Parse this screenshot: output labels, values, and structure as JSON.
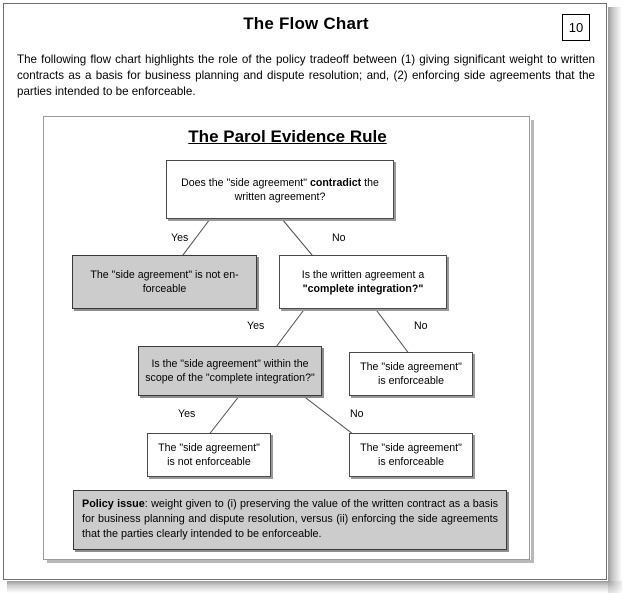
{
  "header": {
    "title": "The Flow Chart",
    "page_number": "10",
    "intro": "The following flow chart highlights the role of the policy tradeoff between (1) giving significant weight to written contracts as a basis for business planning and dispute resolution; and, (2) enforcing side agreements that the parties intended to be enforceable."
  },
  "chart": {
    "title": "The Parol Evidence Rule",
    "nodes": [
      {
        "id": "q1",
        "text_before": "Does the \"side agreement\" ",
        "text_bold": "contradict",
        "text_after": " the written agreement?",
        "shaded": false
      },
      {
        "id": "r1",
        "text_before": "The \"side agreement\" is not en-forceable",
        "text_bold": "",
        "text_after": "",
        "shaded": true
      },
      {
        "id": "q2",
        "text_before": "Is the written agreement a ",
        "text_bold": "\"complete integration?\"",
        "text_after": "",
        "shaded": false
      },
      {
        "id": "q3",
        "text_before": "Is the \"side agreement\" within the scope of the \"complete integration?\"",
        "text_bold": "",
        "text_after": "",
        "shaded": true
      },
      {
        "id": "r2",
        "text_before": "The \"side agreement\" is enforceable",
        "text_bold": "",
        "text_after": "",
        "shaded": false
      },
      {
        "id": "r3",
        "text_before": "The \"side agreement\" is not enforceable",
        "text_bold": "",
        "text_after": "",
        "shaded": false
      },
      {
        "id": "r4",
        "text_before": "The \"side agreement\" is enforceable",
        "text_bold": "",
        "text_after": "",
        "shaded": false
      }
    ],
    "edge_labels": {
      "q1_yes": "Yes",
      "q1_no": "No",
      "q2_yes": "Yes",
      "q2_no": "No",
      "q3_yes": "Yes",
      "q3_no": "No"
    },
    "policy": {
      "label": "Policy issue",
      "text": ": weight given to (i) preserving the value of the written contract as a basis for business planning and dispute resolution, versus (ii) enforcing the side agreements that the parties clearly intended to be enforceable."
    }
  },
  "colors": {
    "shaded_fill": "#cccccc",
    "node_border": "#4a4a4a",
    "frame_border": "#6f6f6f",
    "panel_border": "#9b9b9b",
    "text": "#000000"
  }
}
